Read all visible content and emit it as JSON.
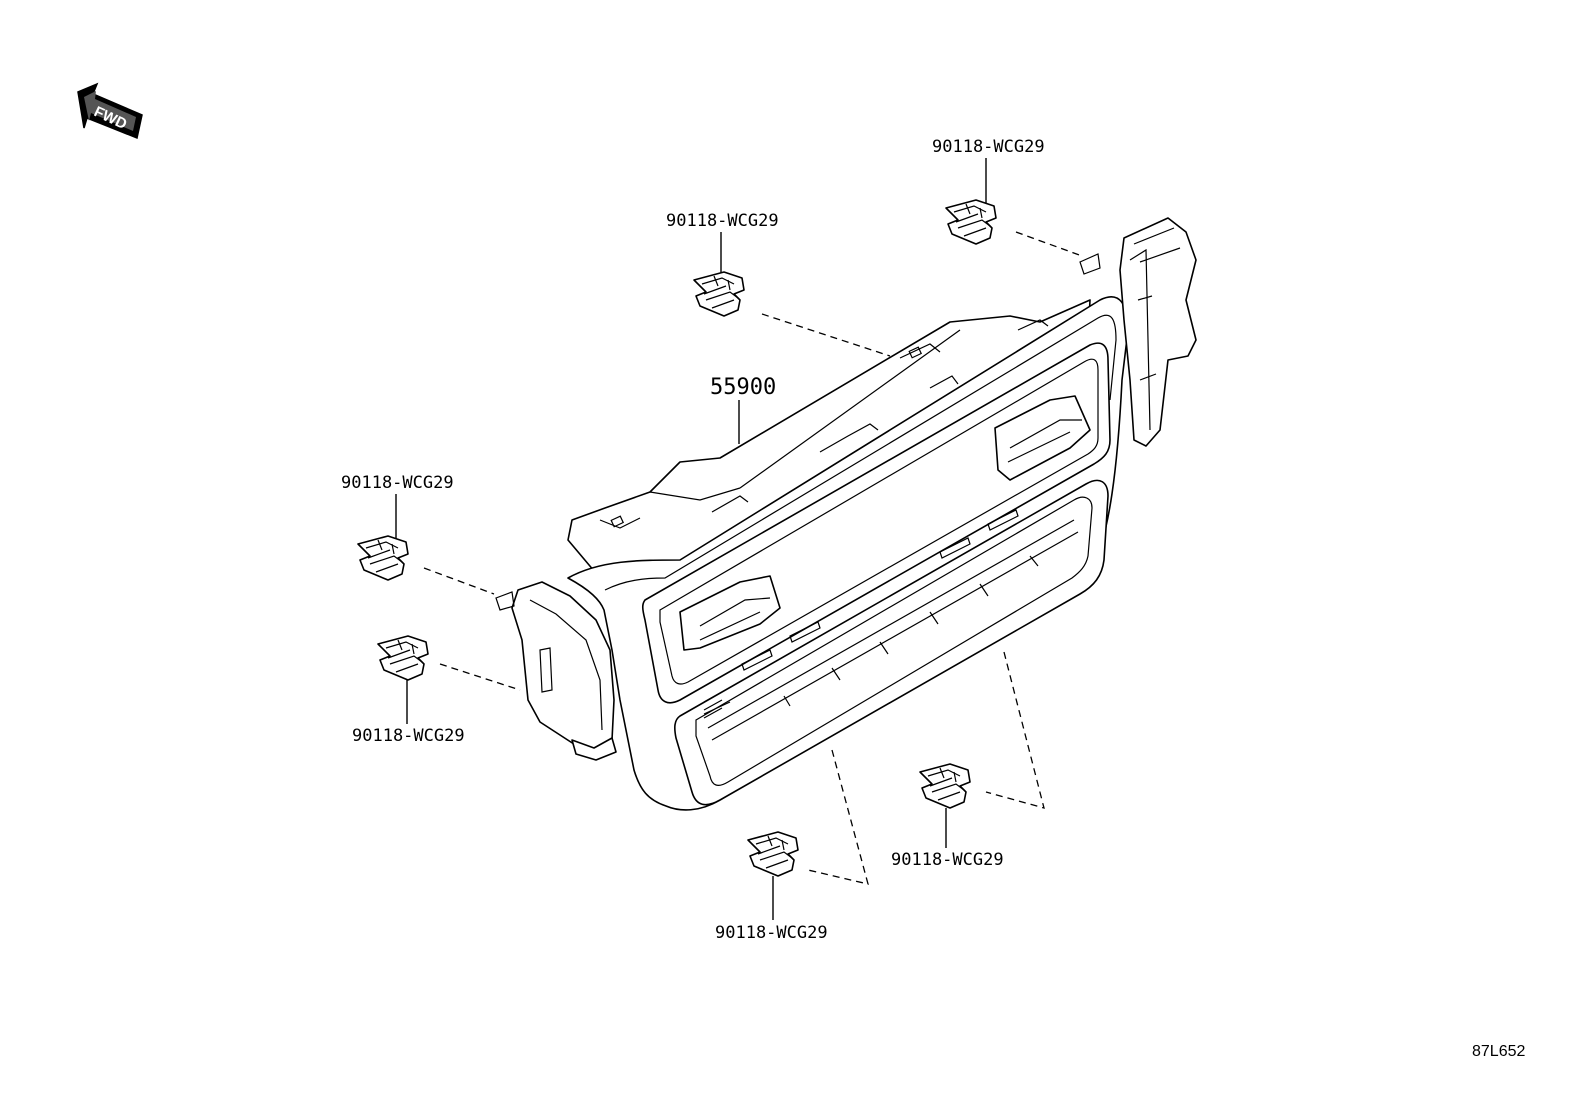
{
  "diagram": {
    "fwd_label": "FWD",
    "main_part_number": "55900",
    "clip_part_number": "90118-WCG29",
    "clips": [
      {
        "label": "90118-WCG29"
      },
      {
        "label": "90118-WCG29"
      },
      {
        "label": "90118-WCG29"
      },
      {
        "label": "90118-WCG29"
      },
      {
        "label": "90118-WCG29"
      },
      {
        "label": "90118-WCG29"
      }
    ],
    "reference_code": "87L652"
  }
}
